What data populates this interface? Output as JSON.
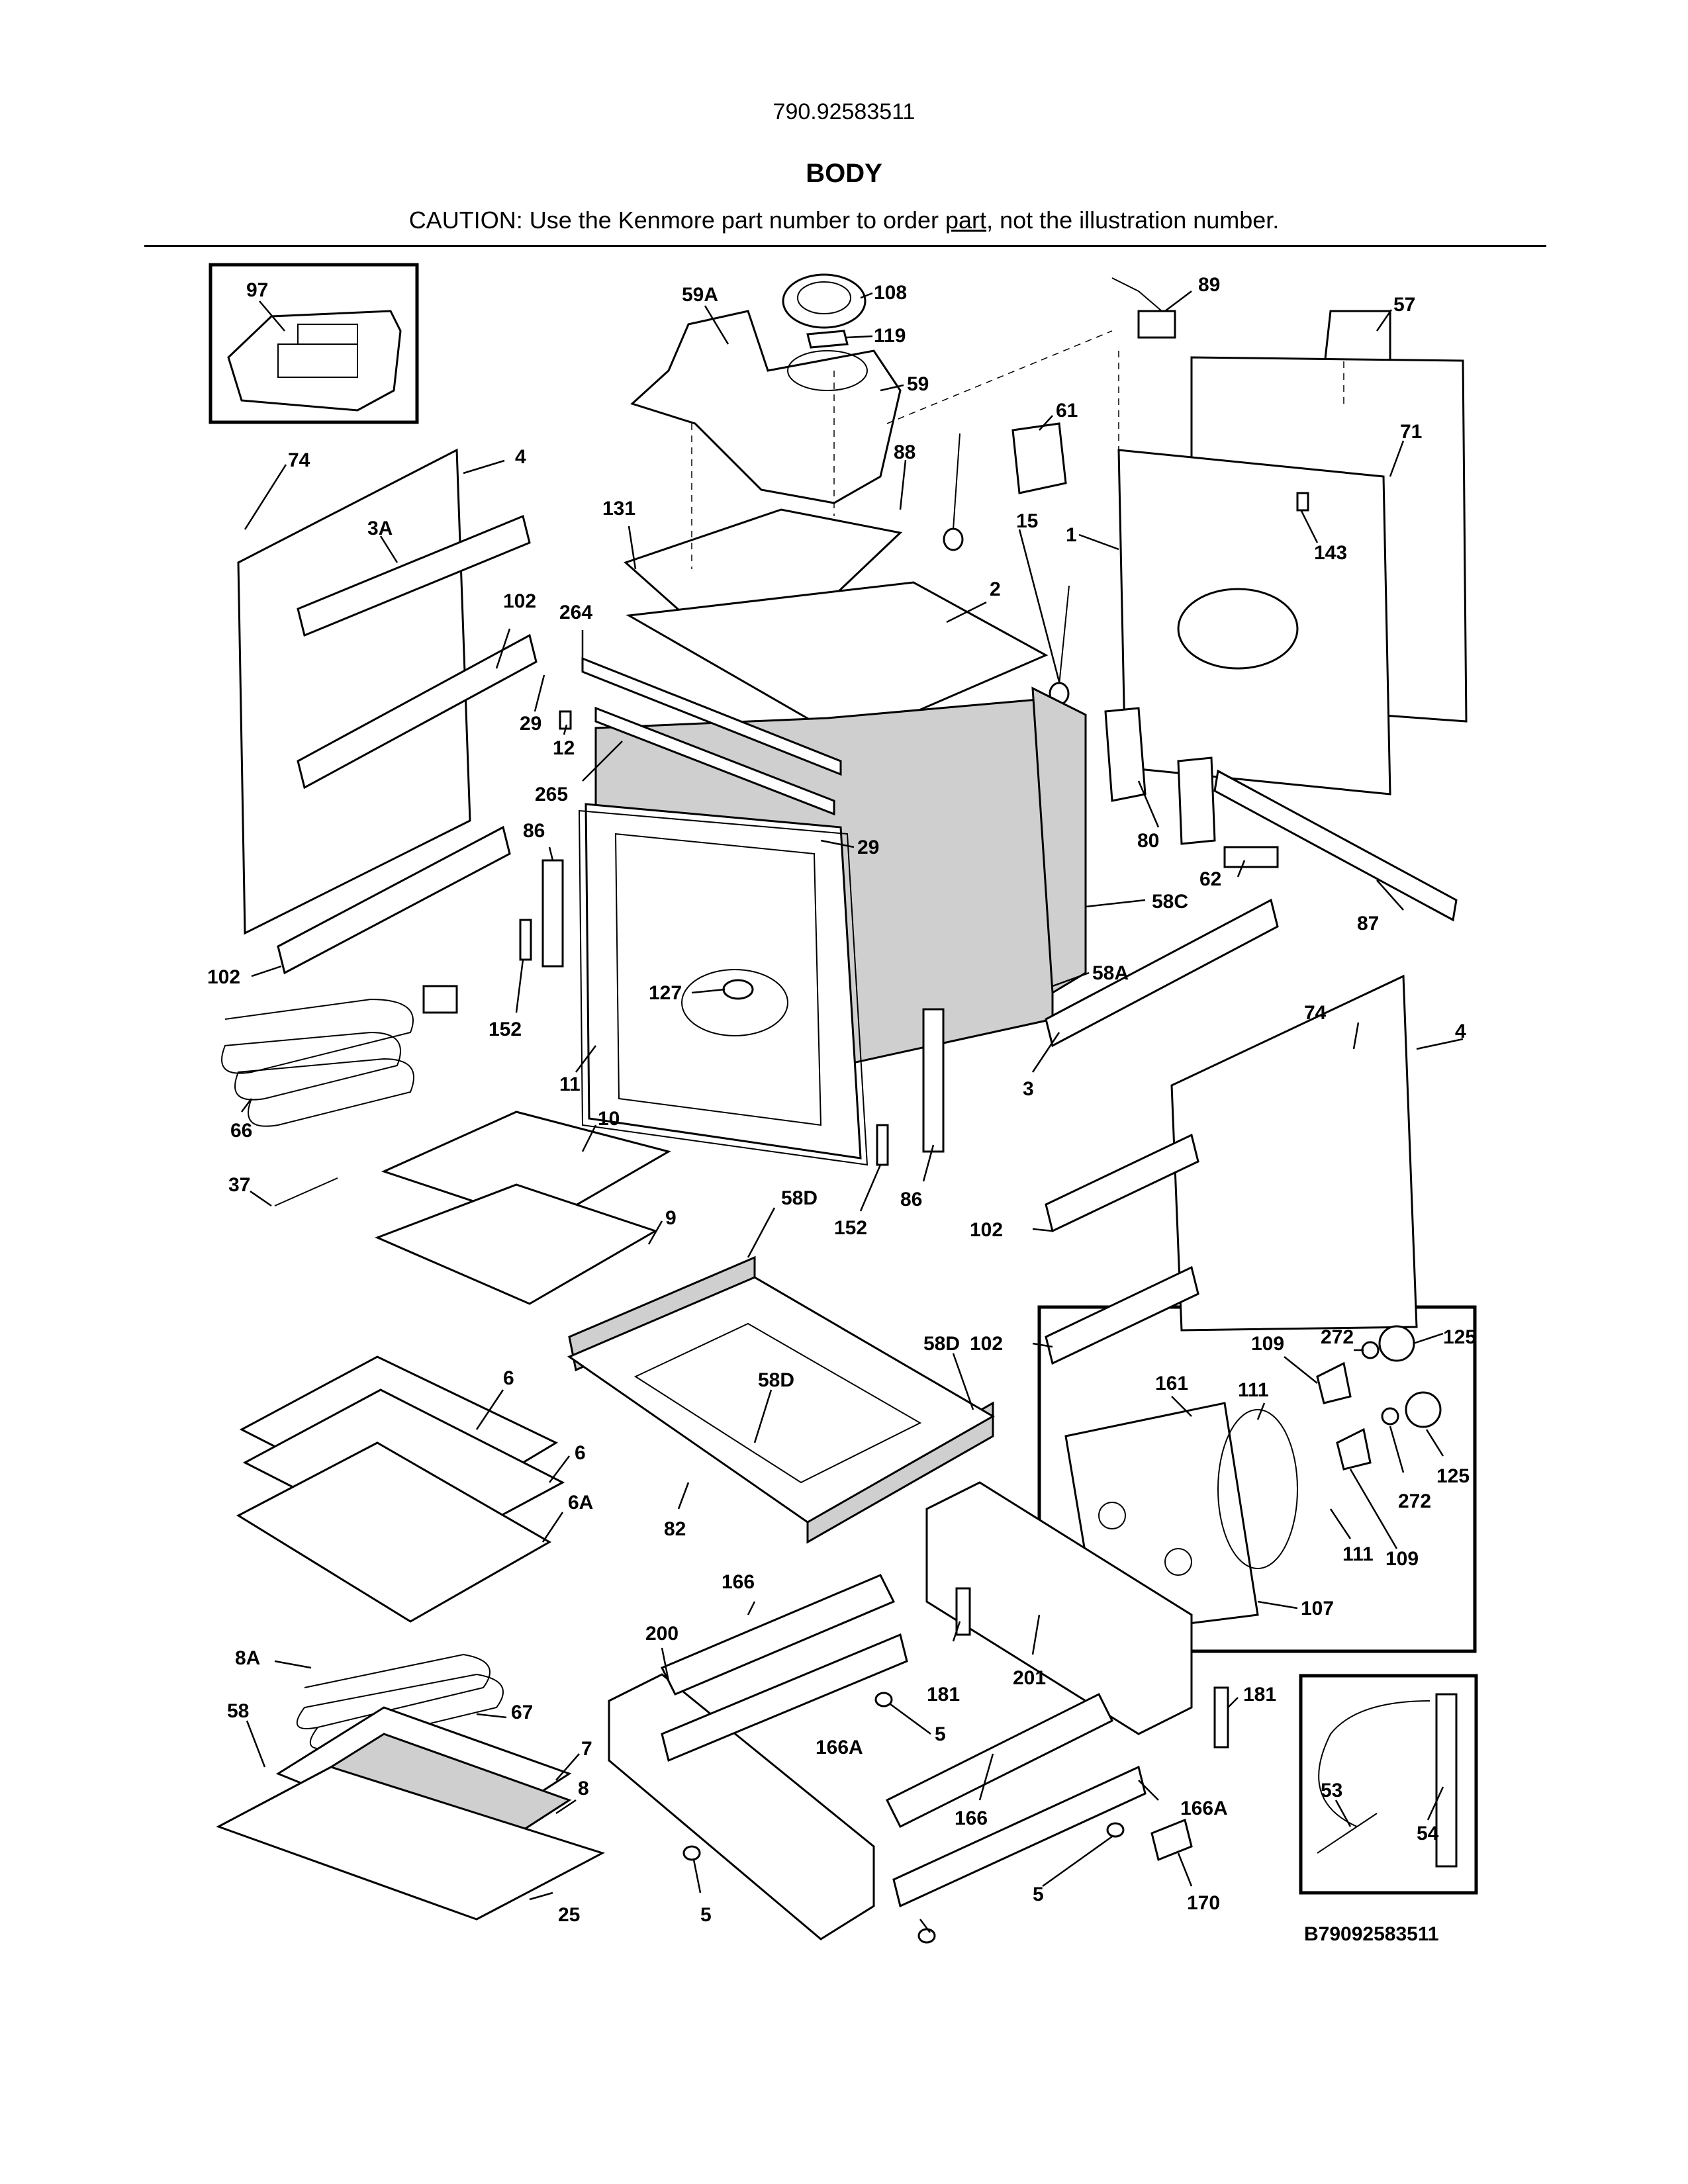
{
  "header": {
    "model_number": "790.92583511",
    "title": "BODY",
    "caution_prefix": "CAUTION: Use the Kenmore part number to order ",
    "caution_underlined": "part",
    "caution_suffix": ", not the illustration number."
  },
  "footer": {
    "diagram_code": "B79092583511"
  },
  "callouts": {
    "c97": "97",
    "c59A": "59A",
    "c108": "108",
    "c119": "119",
    "c59": "59",
    "c89": "89",
    "c57": "57",
    "c71": "71",
    "c61": "61",
    "c88": "88",
    "c74a": "74",
    "c4a": "4",
    "c3A": "3A",
    "c131": "131",
    "c15": "15",
    "c1": "1",
    "c143": "143",
    "c2": "2",
    "c102a": "102",
    "c264": "264",
    "c29a": "29",
    "c12": "12",
    "c265": "265",
    "c29b": "29",
    "c86a": "86",
    "c80": "80",
    "c62": "62",
    "c58C": "58C",
    "c87": "87",
    "c102b": "102",
    "c152a": "152",
    "c127": "127",
    "c58A": "58A",
    "c74b": "74",
    "c4b": "4",
    "c3": "3",
    "c66": "66",
    "c11": "11",
    "c10": "10",
    "c37": "37",
    "c86b": "86",
    "c152b": "152",
    "c58Da": "58D",
    "c9": "9",
    "c102c": "102",
    "c58Db": "58D",
    "c102d": "102",
    "c58Dc": "58D",
    "c109a": "109",
    "c272a": "272",
    "c125a": "125",
    "c161": "161",
    "c111a": "111",
    "c6a": "6",
    "c6b": "6",
    "c6A": "6A",
    "c82": "82",
    "c125b": "125",
    "c272b": "272",
    "c111b": "111",
    "c109b": "109",
    "c107": "107",
    "c166a": "166",
    "c200": "200",
    "c8A": "8A",
    "c181a": "181",
    "c201": "201",
    "c181b": "181",
    "c67": "67",
    "c58": "58",
    "c7": "7",
    "c166Aa": "166A",
    "c5a": "5",
    "c53": "53",
    "c54": "54",
    "c8": "8",
    "c166b": "166",
    "c166Ab": "166A",
    "c25": "25",
    "c5b": "5",
    "c5c": "5",
    "c170": "170"
  }
}
